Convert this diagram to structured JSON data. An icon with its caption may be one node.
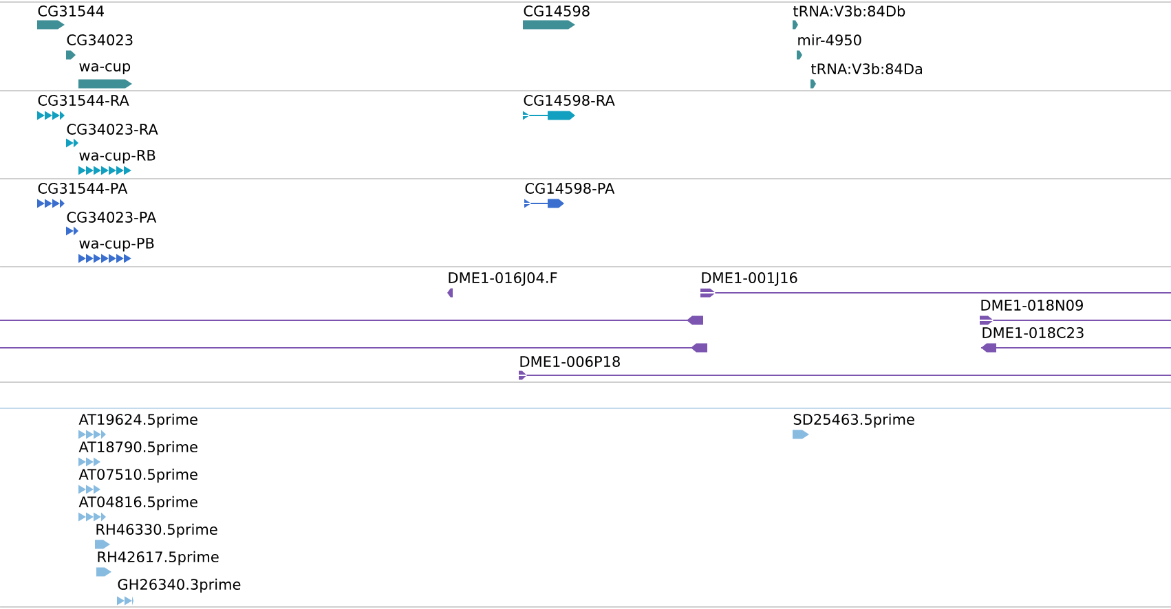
{
  "diagram": {
    "nodes": [
      {
        "text": [
          "CG31544"
        ]
      },
      {
        "text": [
          "CG34023"
        ]
      },
      {
        "text": [
          "wa-cup"
        ]
      },
      {
        "text": [
          "CG14598"
        ]
      },
      {
        "text": [
          "tRNA:V3b:84Db"
        ]
      },
      {
        "text": [
          "mir-4950"
        ]
      },
      {
        "text": [
          "tRNA:V3b:84Da"
        ]
      },
      {
        "text": [
          "CG31544-RA"
        ]
      },
      {
        "text": [
          "CG34023-RA"
        ]
      },
      {
        "text": [
          "wa-cup-RB"
        ]
      },
      {
        "text": [
          "CG14598-RA"
        ]
      },
      {
        "text": [
          "CG31544-PA"
        ]
      },
      {
        "text": [
          "CG34023-PA"
        ]
      },
      {
        "text": [
          "wa-cup-PB"
        ]
      },
      {
        "text": [
          "CG14598-PA"
        ]
      },
      {
        "text": [
          "DME1-016J04.F"
        ]
      },
      {
        "text": [
          "DME1-001J16"
        ]
      },
      {
        "text": [],
        "shape": "bar"
      },
      {
        "text": [
          "DME1-018N09"
        ]
      },
      {
        "text": [],
        "shape": "bar"
      },
      {
        "text": [
          "DME1-018C23"
        ]
      },
      {
        "text": [
          "DME1-006P18"
        ]
      },
      {
        "text": [
          "AT19624.5prime"
        ]
      },
      {
        "text": [
          "SD25463.5prime"
        ]
      },
      {
        "text": [
          "AT18790.5prime"
        ]
      },
      {
        "text": [
          "AT07510.5prime"
        ]
      },
      {
        "text": [
          "AT04816.5prime"
        ]
      },
      {
        "text": [
          "RH46330.5prime"
        ]
      },
      {
        "text": [
          "RH42617.5prime"
        ]
      },
      {
        "text": [
          "GH26340.3prime"
        ]
      }
    ]
  }
}
